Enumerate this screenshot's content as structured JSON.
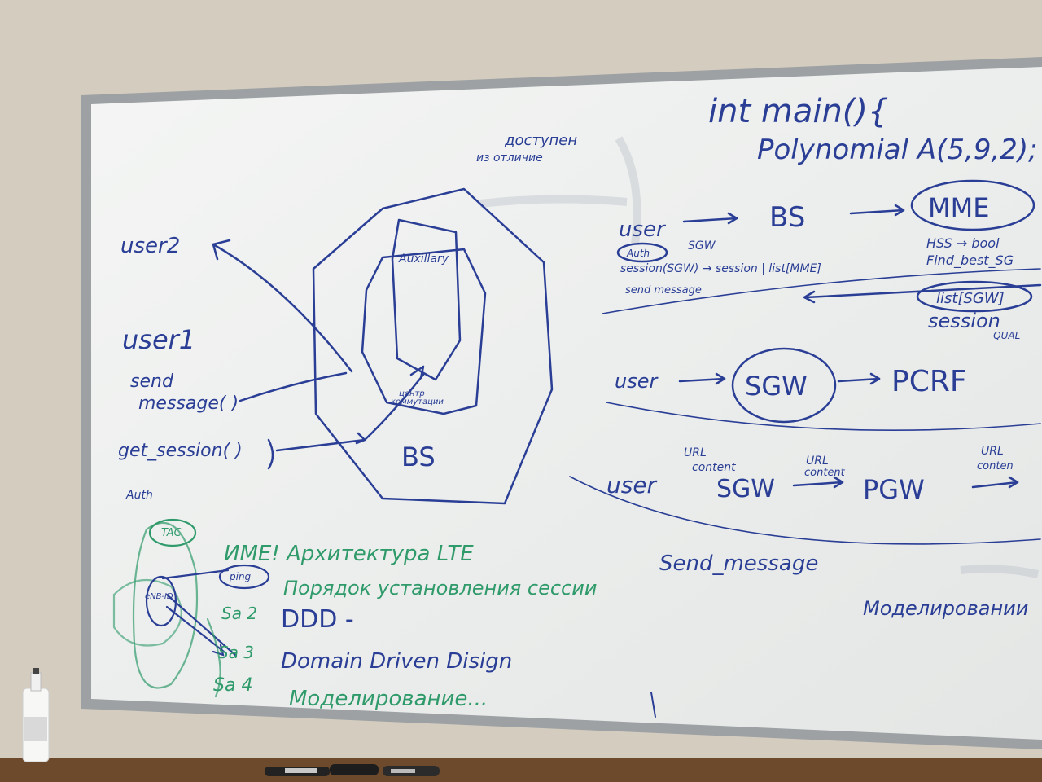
{
  "whiteboard": {
    "top_center": [
      "доступен",
      "из отличие"
    ],
    "code": {
      "line1": "int main(){",
      "line2": "Polynomial A(5,9,2);"
    },
    "left_diagram": {
      "user2": "user2",
      "user1": "user1",
      "send_message": [
        "send",
        "message( )"
      ],
      "get_session": "get_session( )",
      "auth": "Auth",
      "auxiliary": "Auxillary",
      "center": [
        "центр",
        "коммутации"
      ],
      "bs": "BS"
    },
    "flow1": {
      "user": "user",
      "bs": "BS",
      "mme": "MME",
      "auth": "Auth",
      "sgw": "SGW",
      "session_line": "session(SGW) → session | list[MME]",
      "send_message": "send message",
      "hss": "HSS → bool",
      "find_best": "Find_best_SG",
      "list_sgw": "list[SGW]",
      "session": "session",
      "qual": "- QUAL"
    },
    "flow2": {
      "user": "user",
      "sgw": "SGW",
      "pcrf": "PCRF"
    },
    "flow3": {
      "user": "user",
      "sgw": "SGW",
      "pgw": "PGW",
      "url_content_1": [
        "URL",
        "content"
      ],
      "url_content_2": [
        "URL",
        "content"
      ],
      "url_content_3": [
        "URL",
        "conten"
      ]
    },
    "send_message_bottom": "Send_message",
    "modeling_right": "Моделировании",
    "green_list": {
      "line1": "ИМЕ! Архитектура LTE",
      "line2": "Порядок установления сессии",
      "line3": "DDD -",
      "line4": "Domain Driven Disign",
      "line5": "Моделирование...",
      "labels": {
        "tac": "TAC",
        "enb": "eNB-ID",
        "ping": "ping",
        "sa2": "Sa 2",
        "sa3": "Sa 3",
        "sa4": "Sa 4"
      }
    }
  },
  "colors": {
    "wall": "#d4ccbf",
    "board": "#eef0ef",
    "frame": "#a9acaf",
    "marker_blue": "#2a3e96",
    "marker_green": "#2f9a6a"
  }
}
